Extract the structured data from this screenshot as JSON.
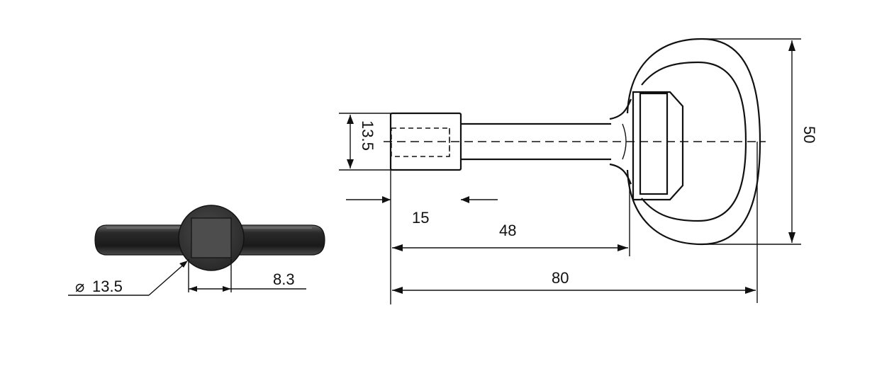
{
  "drawing": {
    "colors": {
      "line": "#111111",
      "body": "#3a3a3a",
      "background": "#ffffff"
    },
    "end_view": {
      "diameter_label": "13.5",
      "diameter_symbol": "⌀",
      "square_label": "8.3"
    },
    "side_view": {
      "tip_diameter_label": "13.5",
      "tip_length_label": "15",
      "shaft_length_label": "48",
      "overall_length_label": "80",
      "height_label": "50"
    }
  }
}
